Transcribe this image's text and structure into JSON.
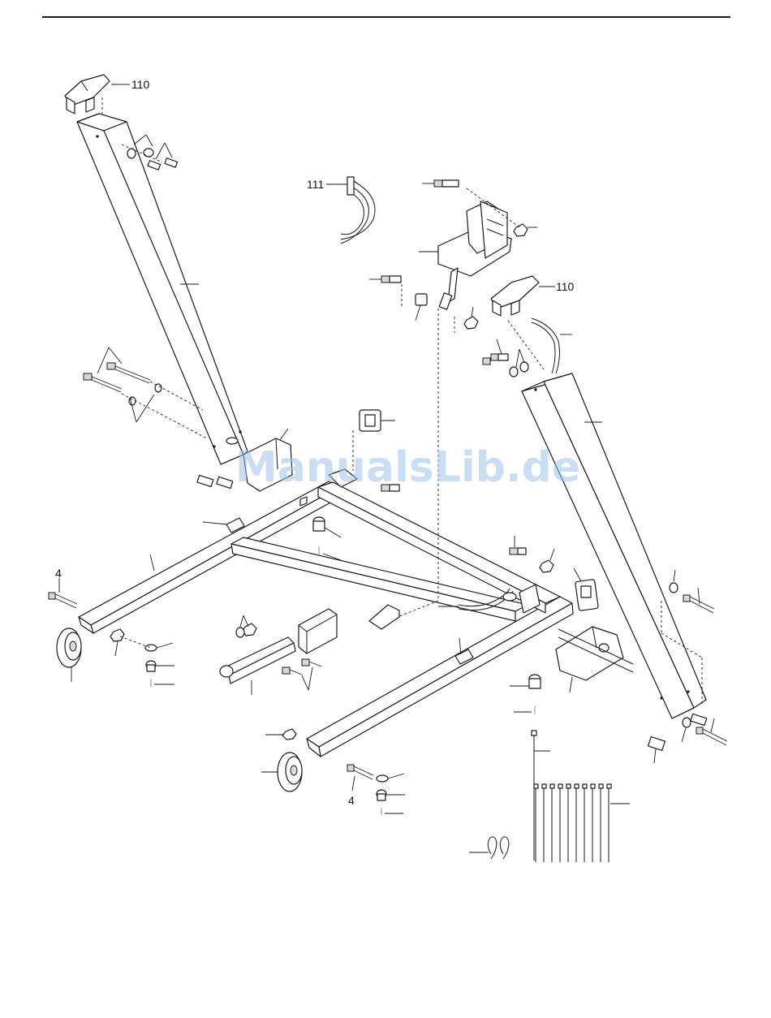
{
  "callouts": {
    "upright_left_cap": "110",
    "wire_harness": "111",
    "upright_right_cap": "110",
    "bolt_left": "4",
    "bolt_bottom": "4"
  },
  "watermark": "ManualsLib.de",
  "colors": {
    "line": "#1a1a1a",
    "watermark": "#9fc3ea",
    "background": "#ffffff"
  }
}
